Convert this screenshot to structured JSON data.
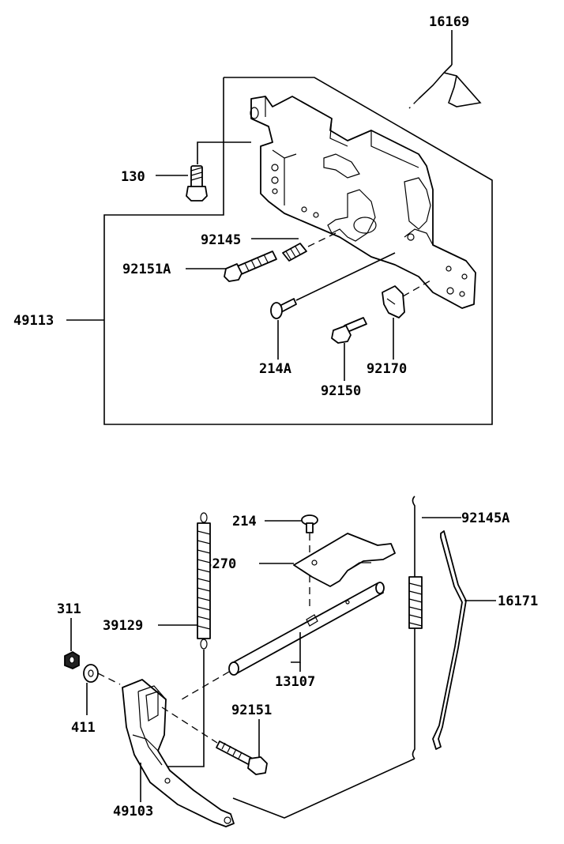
{
  "labels": {
    "p16169": "16169",
    "p130": "130",
    "p92145": "92145",
    "p92151A": "92151A",
    "p49113": "49113",
    "p214A": "214A",
    "p92170": "92170",
    "p92150": "92150",
    "p214": "214",
    "p92145A": "92145A",
    "p13270": "13270",
    "p16171": "16171",
    "p311": "311",
    "p39129": "39129",
    "p13107": "13107",
    "p411": "411",
    "p92151": "92151",
    "p49103": "49103"
  }
}
